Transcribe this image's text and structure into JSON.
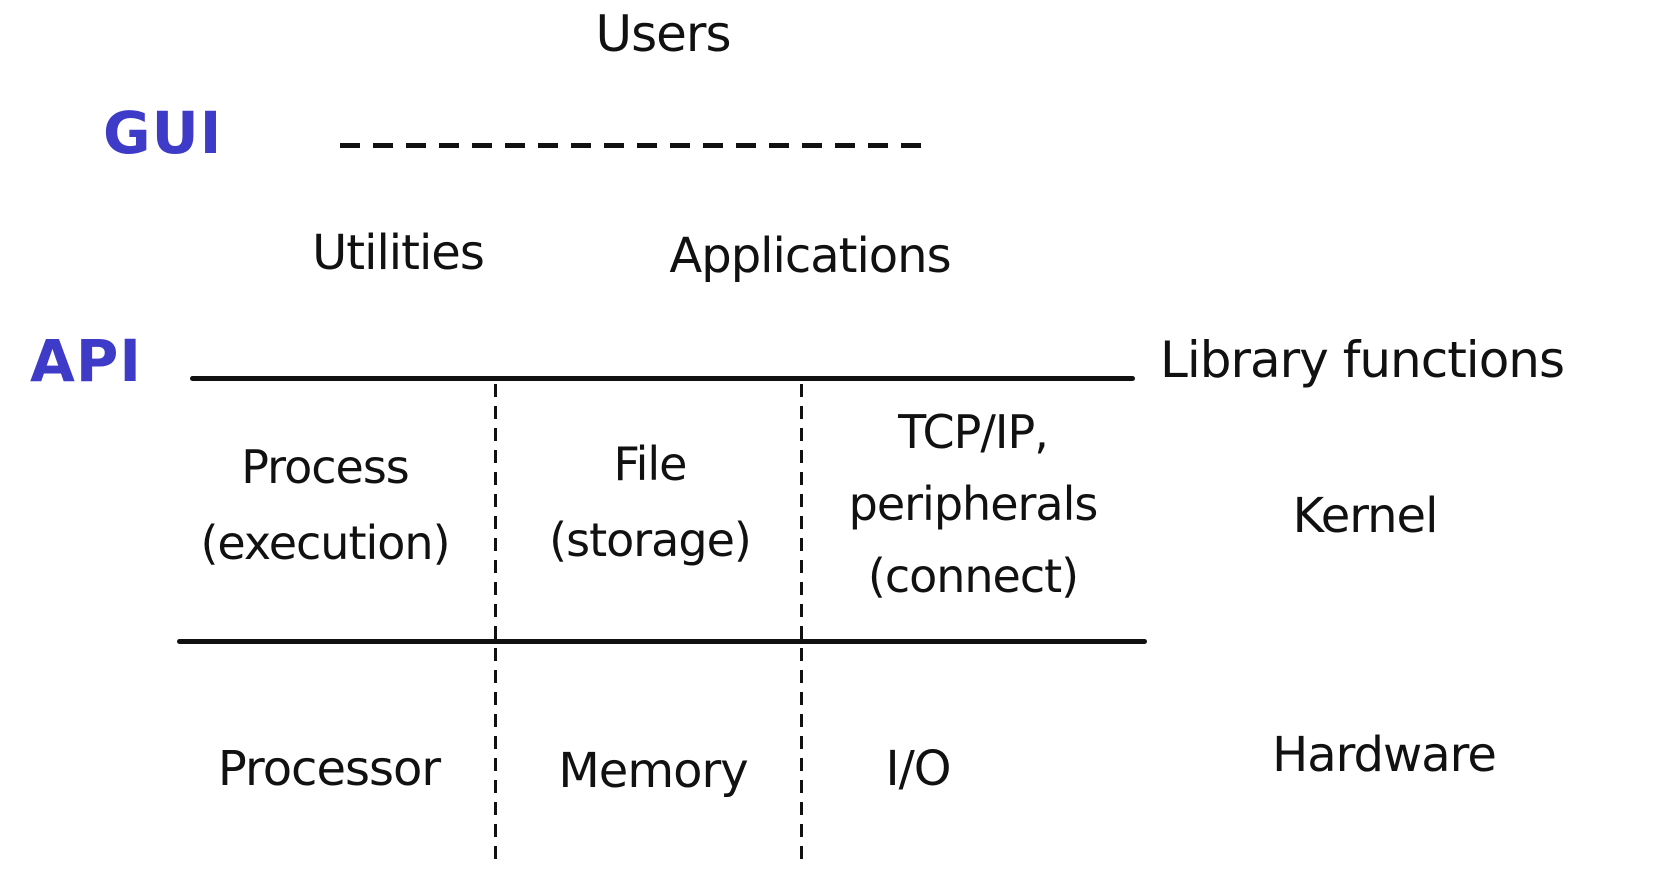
{
  "colors": {
    "ink": "#111111",
    "accent_blue": "#3d3bc7",
    "background": "#ffffff"
  },
  "labels": {
    "users": "Users",
    "gui": "GUI",
    "api": "API",
    "utilities": "Utilities",
    "applications": "Applications",
    "library_functions": "Library functions",
    "kernel": "Kernel",
    "hardware": "Hardware"
  },
  "kernel_row": {
    "process": {
      "line1": "Process",
      "line2": "(execution)"
    },
    "file": {
      "line1": "File",
      "line2": "(storage)"
    },
    "network": {
      "line1": "TCP/IP,",
      "line2": "peripherals",
      "line3": "(connect)"
    }
  },
  "hardware_row": {
    "processor": "Processor",
    "memory": "Memory",
    "io": "I/O"
  }
}
